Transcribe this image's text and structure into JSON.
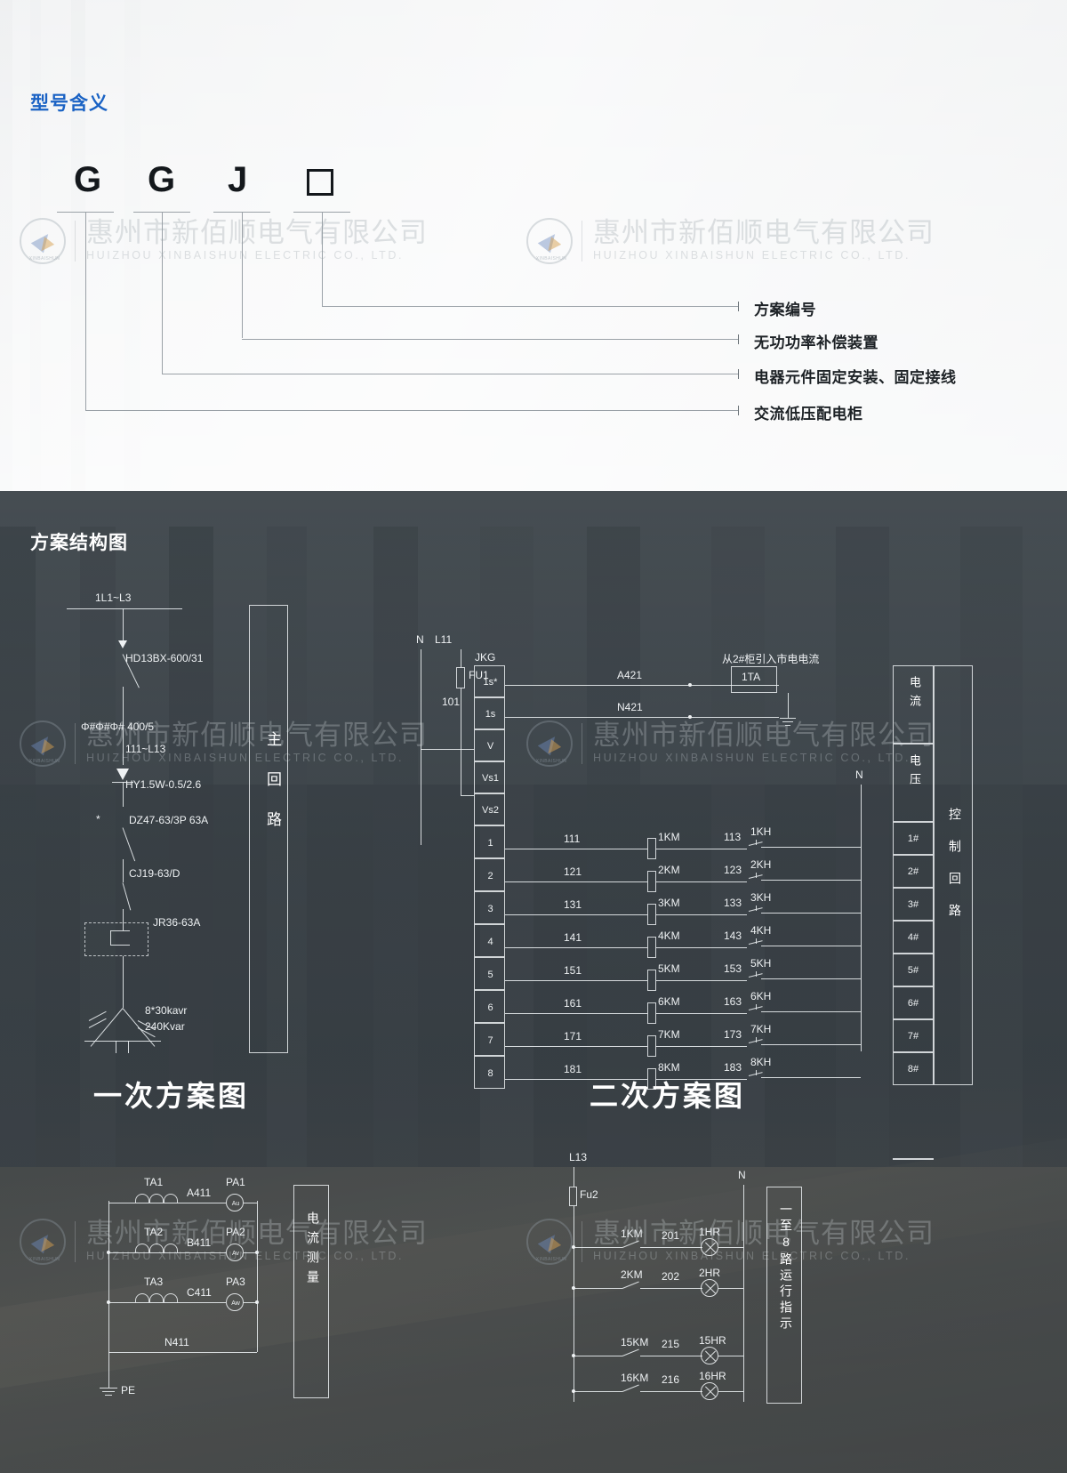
{
  "top": {
    "section_title": "型号含义",
    "model_letters": [
      "G",
      "G",
      "J"
    ],
    "model_box_icon": "square-placeholder",
    "labels": [
      "方案编号",
      "无功功率补偿装置",
      "电器元件固定安装、固定接线",
      "交流低压配电柜"
    ]
  },
  "bottom": {
    "section_title": "方案结构图",
    "caption_primary": "一次方案图",
    "caption_secondary": "二次方案图"
  },
  "primary_diagram": {
    "busbar_label": "1L1~L3",
    "components": [
      "HD13BX-600/31",
      "Φ#Φ#Φ# 400/5",
      "111~L13",
      "HY1.5W-0.5/2.6",
      "DZ47-63/3P 63A",
      "CJ19-63/D",
      "JR36-63A"
    ],
    "capacitor_rating": "8*30kavr",
    "capacitor_total": "240Kvar",
    "main_loop_label": "主回路"
  },
  "secondary_diagram": {
    "neutral_label": "N",
    "line_label": "L11",
    "fuse_label": "FU1",
    "fuse_wire": "101",
    "controller_label": "JKG",
    "controller_terminals": [
      "1s*",
      "1s",
      "V",
      "Vs1",
      "Vs2"
    ],
    "ct_annotation": "从2#柜引入市电电流",
    "ct_label": "1TA",
    "ct_wire_a": "A421",
    "ct_wire_n": "N421",
    "right_neutral": "N",
    "rows": [
      {
        "no": "1",
        "in": "111",
        "contactor": "1KM",
        "out": "113",
        "relay": "1KH"
      },
      {
        "no": "2",
        "in": "121",
        "contactor": "2KM",
        "out": "123",
        "relay": "2KH"
      },
      {
        "no": "3",
        "in": "131",
        "contactor": "3KM",
        "out": "133",
        "relay": "3KH"
      },
      {
        "no": "4",
        "in": "141",
        "contactor": "4KM",
        "out": "143",
        "relay": "4KH"
      },
      {
        "no": "5",
        "in": "151",
        "contactor": "5KM",
        "out": "153",
        "relay": "5KH"
      },
      {
        "no": "6",
        "in": "161",
        "contactor": "6KM",
        "out": "163",
        "relay": "6KH"
      },
      {
        "no": "7",
        "in": "171",
        "contactor": "7KM",
        "out": "173",
        "relay": "7KH"
      },
      {
        "no": "8",
        "in": "181",
        "contactor": "8KM",
        "out": "183",
        "relay": "8KH"
      }
    ],
    "terminal_block": {
      "header_current": "电流",
      "header_voltage": "电压",
      "numbers": [
        "1#",
        "2#",
        "3#",
        "4#",
        "5#",
        "6#",
        "7#",
        "8#"
      ],
      "side_label": "控制回路"
    }
  },
  "current_measure_diagram": {
    "cts": [
      "TA1",
      "TA2",
      "TA3"
    ],
    "wires": [
      "A411",
      "B411",
      "C411"
    ],
    "meters": [
      "PA1",
      "PA2",
      "PA3"
    ],
    "meter_glyphs": [
      "Au",
      "Av",
      "Aw"
    ],
    "neutral_wire": "N411",
    "ground_label": "PE",
    "panel_label": "电流测量"
  },
  "indicator_diagram": {
    "line_label": "L13",
    "fuse_label": "Fu2",
    "neutral_label": "N",
    "rows": [
      {
        "contactor": "1KM",
        "wire": "201",
        "lamp": "1HR"
      },
      {
        "contactor": "2KM",
        "wire": "202",
        "lamp": "2HR"
      },
      {
        "contactor": "15KM",
        "wire": "215",
        "lamp": "15HR"
      },
      {
        "contactor": "16KM",
        "wire": "216",
        "lamp": "16HR"
      }
    ],
    "panel_label": "一至8路运行指示"
  },
  "watermark": {
    "company_cn": "惠州市新佰顺电气有限公司",
    "company_en": "HUIZHOU XINBAISHUN ELECTRIC CO., LTD.",
    "logo_text": "XINBAISHUN"
  },
  "colors": {
    "accent_blue": "#1a62c4",
    "line_white": "#eef1f3",
    "dark_text": "#14181c"
  }
}
